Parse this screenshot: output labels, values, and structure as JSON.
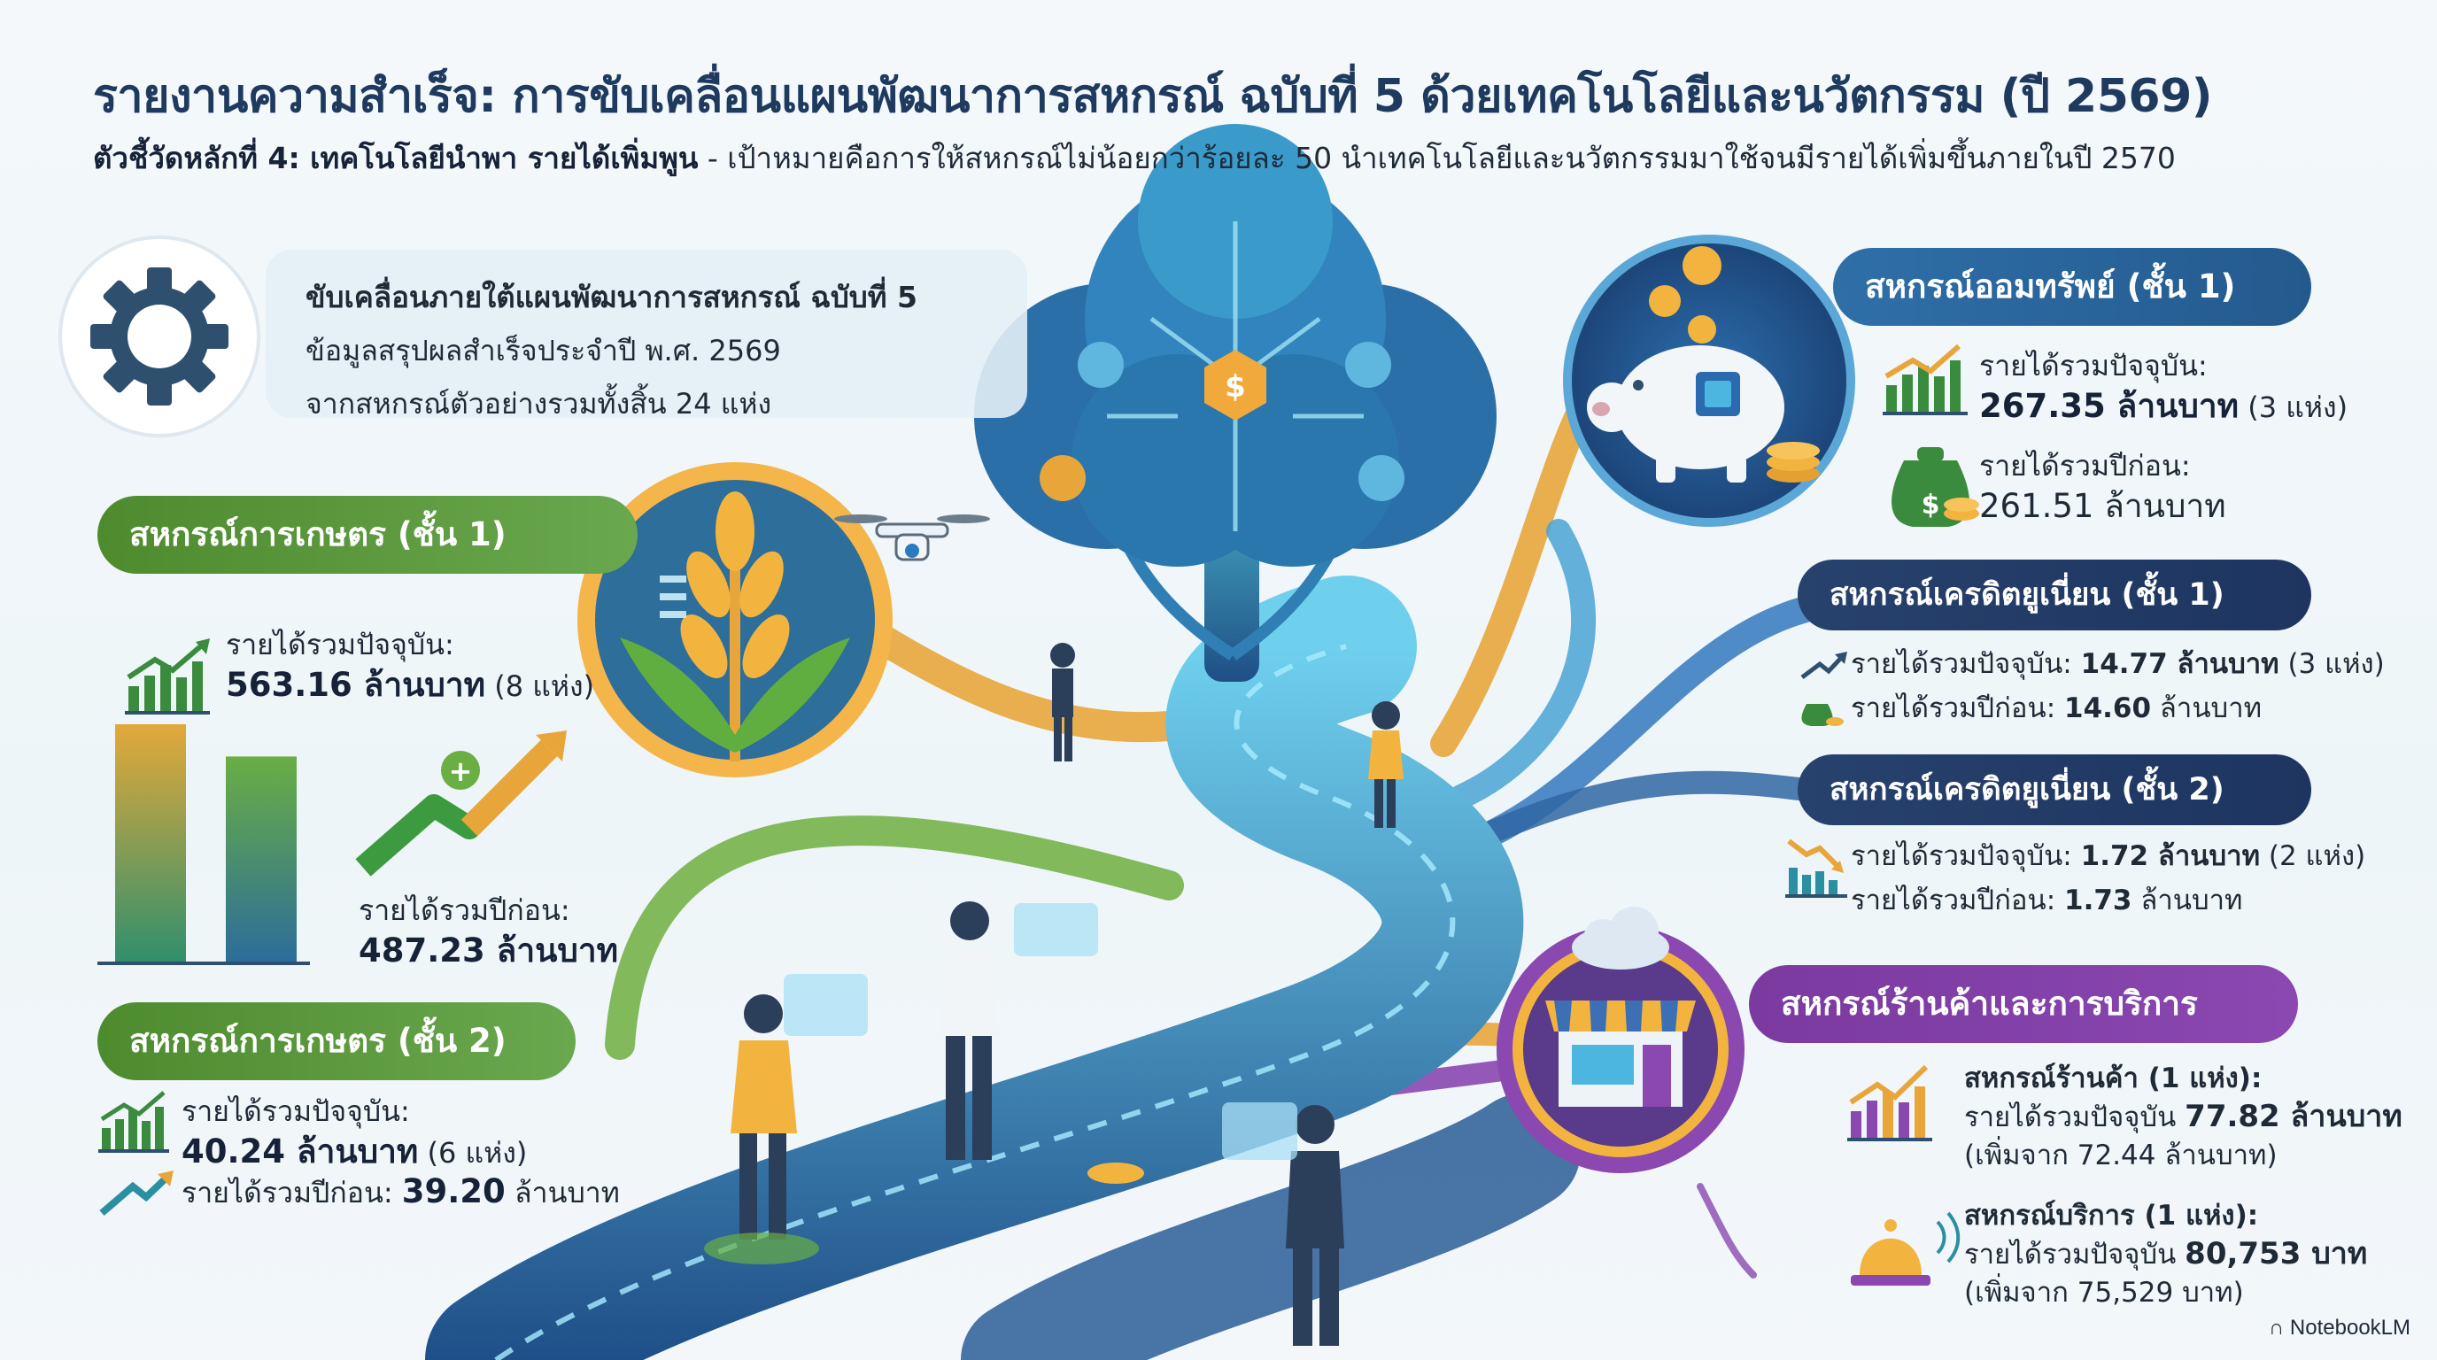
{
  "header": {
    "title": "รายงานความสำเร็จ: การขับเคลื่อนแผนพัฒนาการสหกรณ์ ฉบับที่ 5 ด้วยเทคโนโลยีและนวัตกรรม (ปี 2569)",
    "subtitle_bold": "ตัวชี้วัดหลักที่ 4: เทคโนโลยีนำพา รายได้เพิ่มพูน",
    "subtitle_rest": " - เป้าหมายคือการให้สหกรณ์ไม่น้อยกว่าร้อยละ 50 นำเทคโนโลยีและนวัตกรรมมาใช้จนมีรายได้เพิ่มขึ้นภายในปี 2570"
  },
  "intro": {
    "heading": "ขับเคลื่อนภายใต้แผนพัฒนาการสหกรณ์ ฉบับที่ 5",
    "line1": "ข้อมูลสรุปผลสำเร็จประจำปี พ.ศ. 2569",
    "line2": "จากสหกรณ์ตัวอย่างรวมทั้งสิ้น 24 แห่ง"
  },
  "agri1": {
    "label": "สหกรณ์การเกษตร (ชั้น 1)",
    "current_label": "รายได้รวมปัจจุบัน:",
    "current_value": "563.16 ล้านบาท",
    "current_count": " (8 แห่ง)",
    "prev_label": "รายได้รวมปีก่อน:",
    "prev_value": "487.23 ล้านบาท",
    "bar_values": [
      563.16,
      487.23
    ]
  },
  "agri2": {
    "label": "สหกรณ์การเกษตร (ชั้น 2)",
    "current_label": "รายได้รวมปัจจุบัน:",
    "current_value": "40.24 ล้านบาท",
    "current_count": " (6 แห่ง)",
    "prev_label": "รายได้รวมปีก่อน: ",
    "prev_value": "39.20",
    "prev_unit": " ล้านบาท"
  },
  "savings": {
    "label": "สหกรณ์ออมทรัพย์ (ชั้น 1)",
    "current_label": "รายได้รวมปัจจุบัน:",
    "current_value": "267.35 ล้านบาท",
    "current_count": " (3 แห่ง)",
    "prev_label": "รายได้รวมปีก่อน:",
    "prev_value": "261.51 ล้านบาท"
  },
  "credit1": {
    "label": "สหกรณ์เครดิตยูเนี่ยน (ชั้น 1)",
    "current_label": "รายได้รวมปัจจุบัน: ",
    "current_value": "14.77 ล้านบาท",
    "current_count": " (3 แห่ง)",
    "prev_label": "รายได้รวมปีก่อน: ",
    "prev_value": "14.60",
    "prev_unit": " ล้านบาท"
  },
  "credit2": {
    "label": "สหกรณ์เครดิตยูเนี่ยน (ชั้น 2)",
    "current_label": "รายได้รวมปัจจุบัน: ",
    "current_value": "1.72 ล้านบาท",
    "current_count": " (2 แห่ง)",
    "prev_label": "รายได้รวมปีก่อน: ",
    "prev_value": "1.73",
    "prev_unit": " ล้านบาท"
  },
  "shop": {
    "label": "สหกรณ์ร้านค้าและการบริการ",
    "store_title": "สหกรณ์ร้านค้า (1 แห่ง):",
    "store_current_label": "รายได้รวมปัจจุบัน ",
    "store_current_value": "77.82 ล้านบาท",
    "store_from": "(เพิ่มจาก 72.44 ล้านบาท)",
    "service_title": "สหกรณ์บริการ (1 แห่ง):",
    "service_current_label": "รายได้รวมปัจจุบัน ",
    "service_current_value": "80,753 บาท",
    "service_from": "(เพิ่มจาก 75,529 บาท)"
  },
  "footer": {
    "brand": "NotebookLM"
  },
  "colors": {
    "navy": "#1e3a5f",
    "green": "#5a9a3a",
    "gold": "#e8a63a",
    "blue": "#2f6fa8",
    "purple": "#7b3aa0",
    "teal": "#2aa7c9"
  },
  "icons": [
    "gear-icon",
    "wheat-icon",
    "drone-icon",
    "tree-icon",
    "piggy-bank-icon",
    "coin-icon",
    "money-bag-icon",
    "trend-up-icon",
    "trend-down-icon",
    "store-icon",
    "service-bell-icon",
    "cloud-icon"
  ]
}
